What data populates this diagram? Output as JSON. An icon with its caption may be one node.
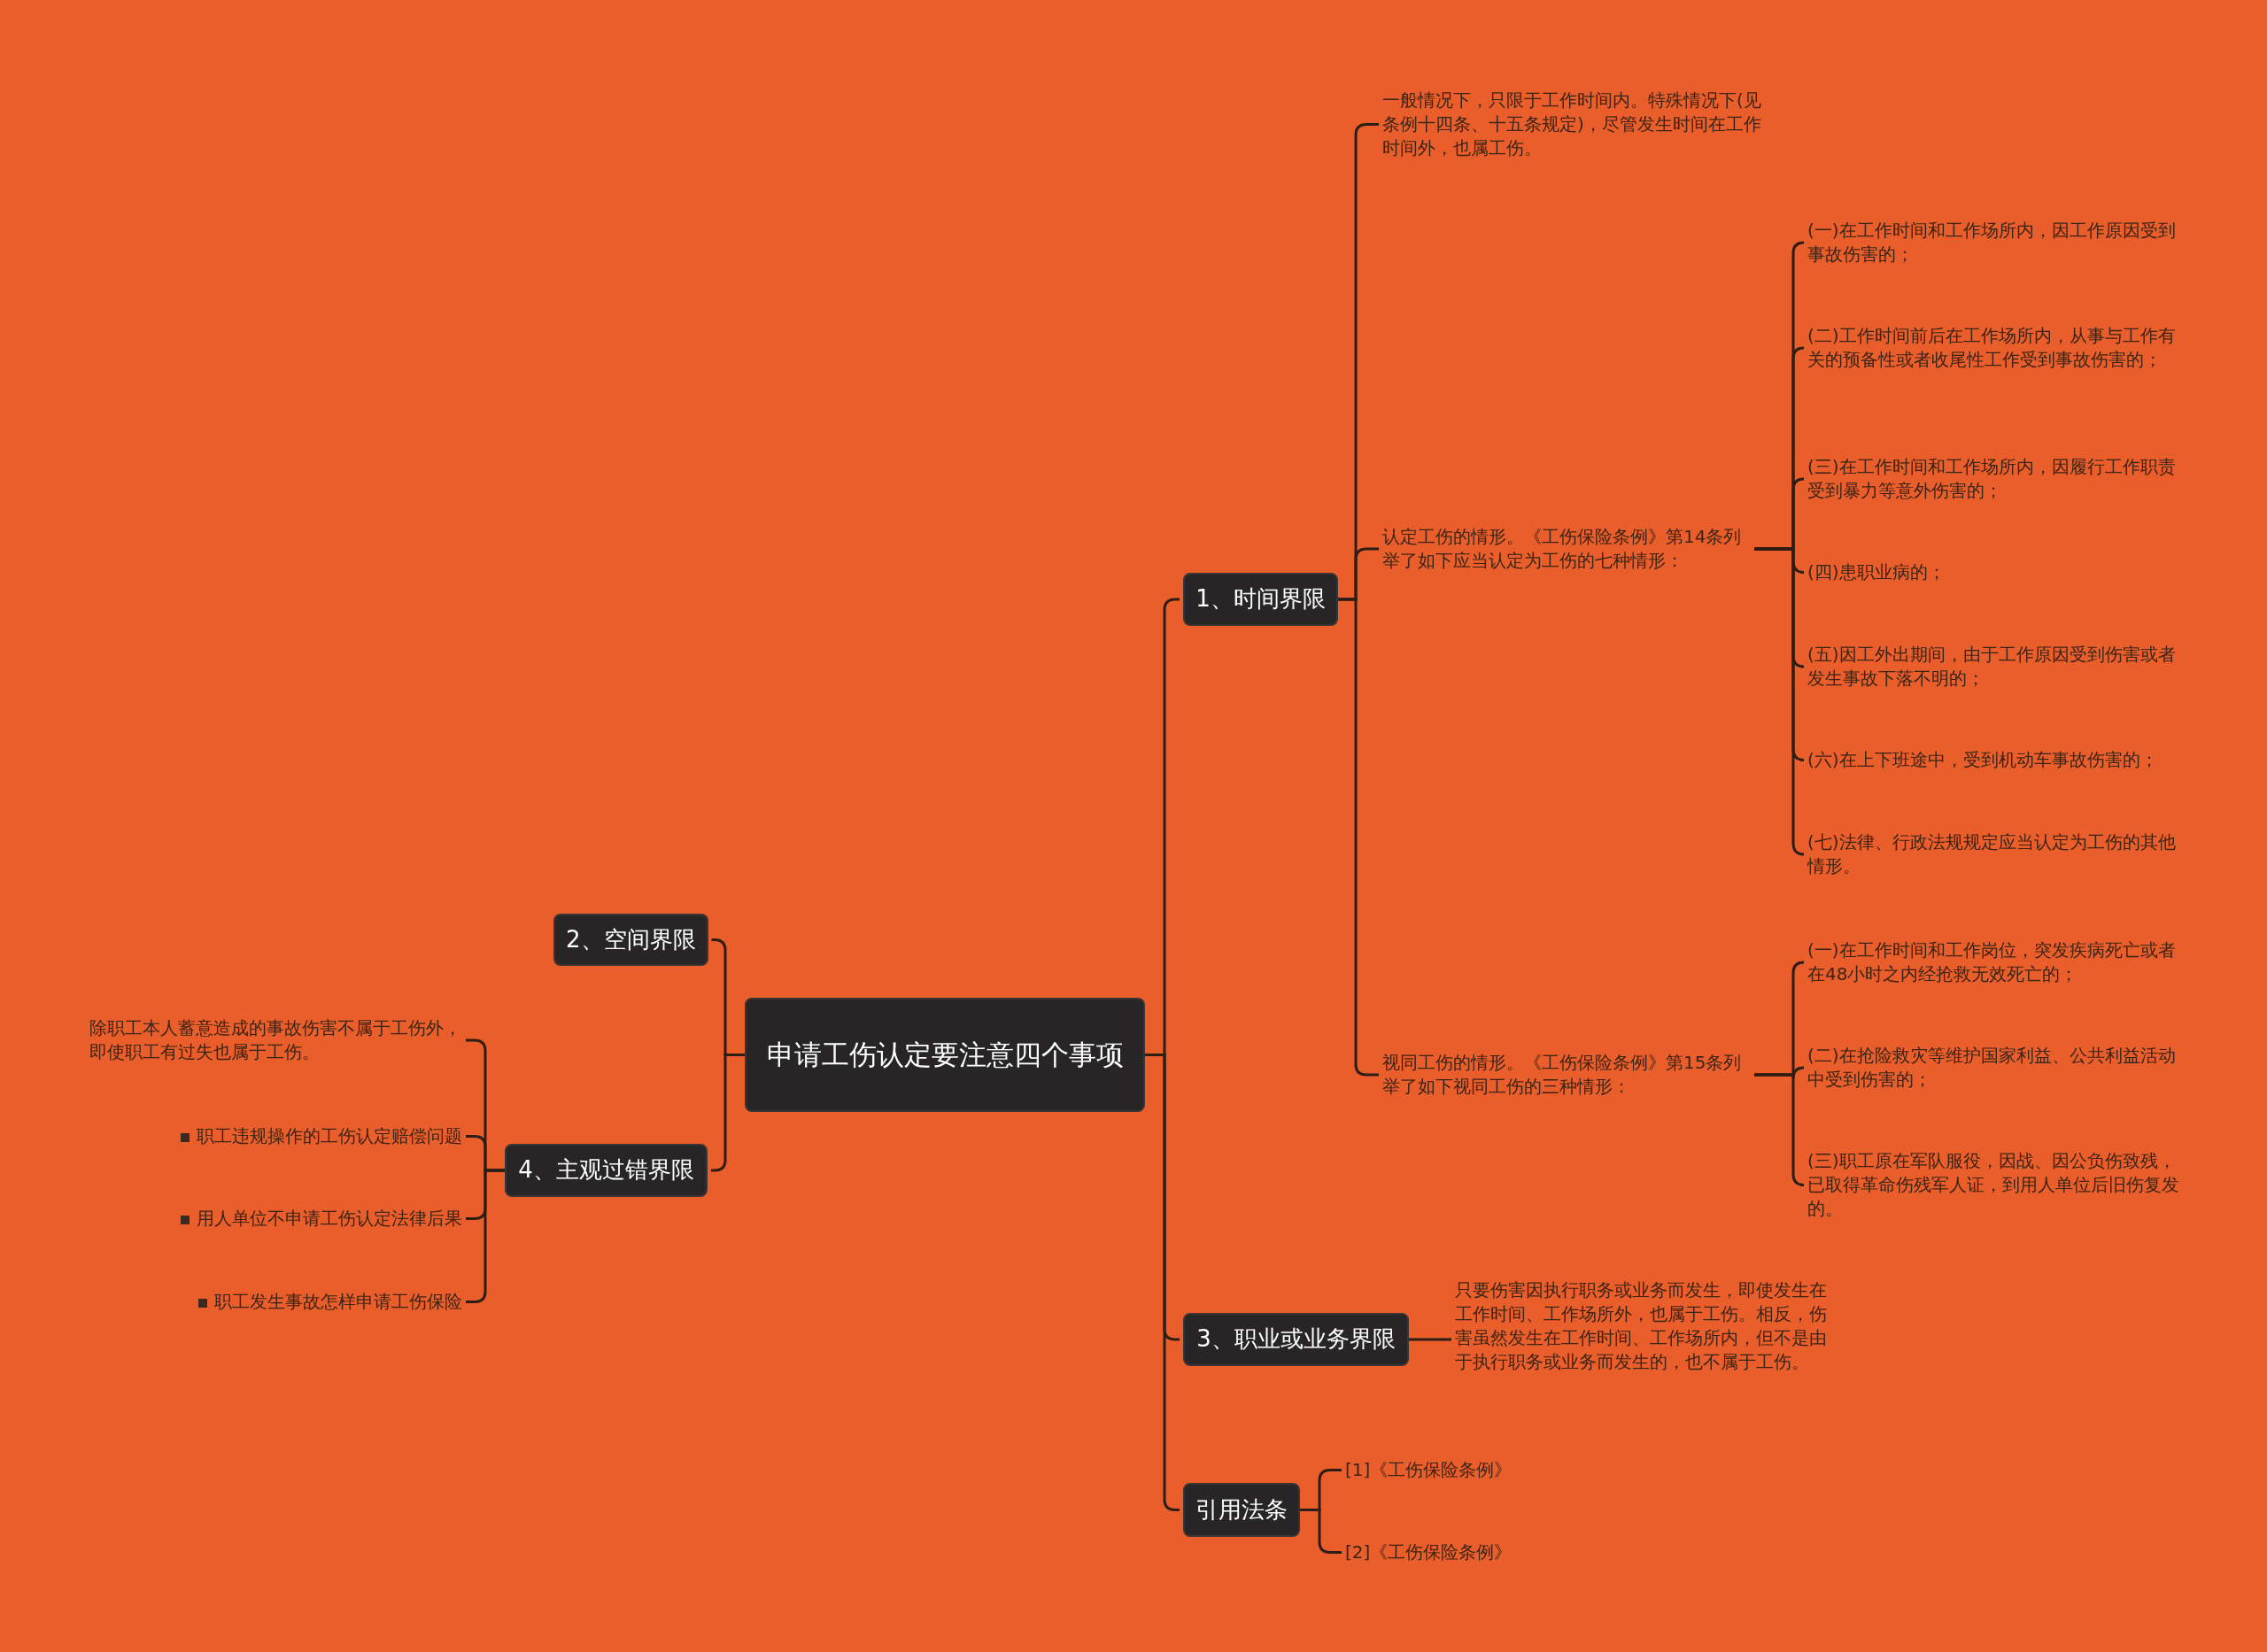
{
  "diagram": {
    "nodes": [
      {
        "text": [
          "申请工伤认定要注意四个事项"
        ]
      },
      {
        "text": [
          "1、时间界限"
        ]
      },
      {
        "text": [
          "一般情况下，只限于工作时间内。特殊情况下(见条例十四条、十五条规定)，尽管发生时间在工作时间外，也属工伤。"
        ]
      },
      {
        "text": [
          "认定工伤的情形。《工伤保险条例》第14条列举了如下应当认定为工伤的七种情形："
        ]
      },
      {
        "text": [
          "(一)在工作时间和工作场所内，因工作原因受到事故伤害的；"
        ]
      },
      {
        "text": [
          "(二)工作时间前后在工作场所内，从事与工作有关的预备性或者收尾性工作受到事故伤害的；"
        ]
      },
      {
        "text": [
          "(三)在工作时间和工作场所内，因履行工作职责受到暴力等意外伤害的；"
        ]
      },
      {
        "text": [
          "(四)患职业病的；"
        ]
      },
      {
        "text": [
          "(五)因工外出期间，由于工作原因受到伤害或者发生事故下落不明的；"
        ]
      },
      {
        "text": [
          "(六)在上下班途中，受到机动车事故伤害的；"
        ]
      },
      {
        "text": [
          "(七)法律、行政法规规定应当认定为工伤的其他情形。"
        ]
      },
      {
        "text": [
          "视同工伤的情形。《工伤保险条例》第15条列举了如下视同工伤的三种情形："
        ]
      },
      {
        "text": [
          "(一)在工作时间和工作岗位，突发疾病死亡或者在48小时之内经抢救无效死亡的；"
        ]
      },
      {
        "text": [
          "(二)在抢险救灾等维护国家利益、公共利益活动中受到伤害的；"
        ]
      },
      {
        "text": [
          "(三)职工原在军队服役，因战、因公负伤致残，已取得革命伤残军人证，到用人单位后旧伤复发的。"
        ]
      },
      {
        "text": [
          "2、空间界限"
        ]
      },
      {
        "text": [
          "4、主观过错界限"
        ]
      },
      {
        "text": [
          "除职工本人蓄意造成的事故伤害不属于工伤外，即使职工有过失也属于工伤。"
        ]
      },
      {
        "text": [
          "职工违规操作的工伤认定赔偿问题"
        ]
      },
      {
        "text": [
          "用人单位不申请工伤认定法律后果"
        ]
      },
      {
        "text": [
          "职工发生事故怎样申请工伤保险"
        ]
      },
      {
        "text": [
          "3、职业或业务界限"
        ]
      },
      {
        "text": [
          "只要伤害因执行职务或业务而发生，即使发生在工作时间、工作场所外，也属于工伤。相反，伤害虽然发生在工作时间、工作场所内，但不是由于执行职务或业务而发生的，也不属于工伤。"
        ]
      },
      {
        "text": [
          "引用法条"
        ]
      },
      {
        "text": [
          "[1]《工伤保险条例》"
        ]
      },
      {
        "text": [
          "[2]《工伤保险条例》"
        ]
      }
    ],
    "edges": [
      {
        "from": 0,
        "to": 1,
        "arrow": "none"
      },
      {
        "from": 1,
        "to": 2,
        "arrow": "none"
      },
      {
        "from": 1,
        "to": 3,
        "arrow": "none"
      },
      {
        "from": 3,
        "to": 4,
        "arrow": "none"
      },
      {
        "from": 3,
        "to": 5,
        "arrow": "none"
      },
      {
        "from": 3,
        "to": 6,
        "arrow": "none"
      },
      {
        "from": 3,
        "to": 7,
        "arrow": "none"
      },
      {
        "from": 3,
        "to": 8,
        "arrow": "none"
      },
      {
        "from": 3,
        "to": 9,
        "arrow": "none"
      },
      {
        "from": 3,
        "to": 10,
        "arrow": "none"
      },
      {
        "from": 1,
        "to": 11,
        "arrow": "none"
      },
      {
        "from": 11,
        "to": 12,
        "arrow": "none"
      },
      {
        "from": 11,
        "to": 13,
        "arrow": "none"
      },
      {
        "from": 11,
        "to": 14,
        "arrow": "none"
      },
      {
        "from": 0,
        "to": 15,
        "arrow": "none"
      },
      {
        "from": 0,
        "to": 16,
        "arrow": "none"
      },
      {
        "from": 16,
        "to": 17,
        "arrow": "none"
      },
      {
        "from": 16,
        "to": 18,
        "arrow": "none"
      },
      {
        "from": 16,
        "to": 19,
        "arrow": "none"
      },
      {
        "from": 16,
        "to": 20,
        "arrow": "none"
      },
      {
        "from": 0,
        "to": 21,
        "arrow": "none"
      },
      {
        "from": 21,
        "to": 22,
        "arrow": "none"
      },
      {
        "from": 0,
        "to": 23,
        "arrow": "none"
      },
      {
        "from": 23,
        "to": 24,
        "arrow": "none"
      },
      {
        "from": 23,
        "to": 25,
        "arrow": "none"
      }
    ]
  }
}
